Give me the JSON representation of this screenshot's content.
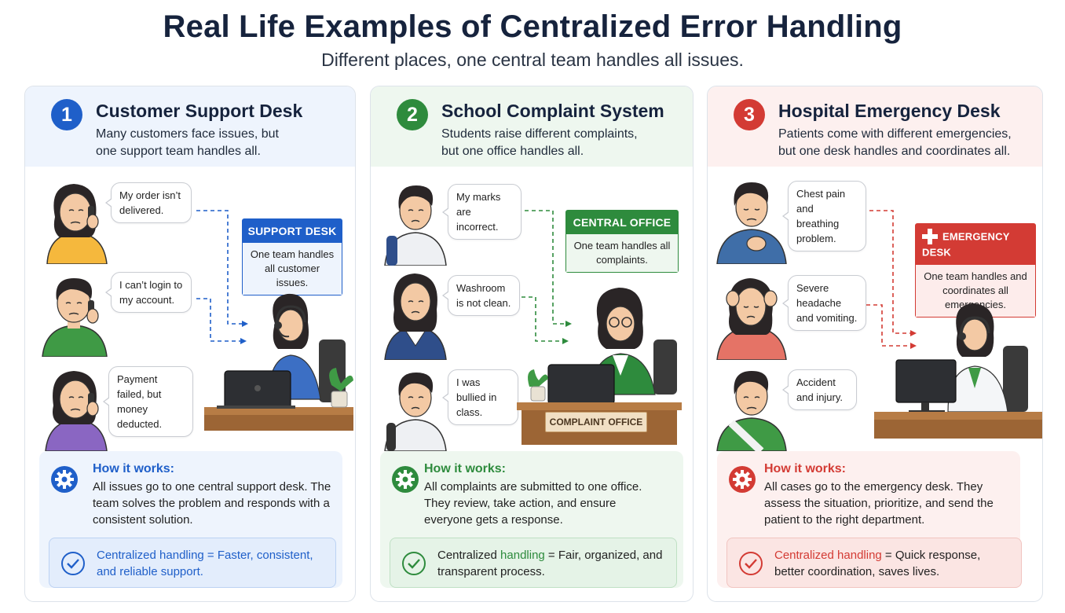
{
  "title": "Real Life Examples of Centralized Error Handling",
  "subtitle": "Different places, one central team handles all issues.",
  "colors": {
    "blue": "#1f5fc9",
    "green": "#2e8b3d",
    "red": "#d33b34"
  },
  "cards": [
    {
      "number": "1",
      "title": "Customer Support Desk",
      "description": "Many customers face issues, but one support team handles all.",
      "bubbles": [
        "My order isn’t delivered.",
        "I can’t login to my account.",
        "Payment failed, but money deducted."
      ],
      "desk_title": "SUPPORT DESK",
      "desk_text": "One team handles all customer issues.",
      "how_title": "How it works:",
      "how_text": "All issues go to one central support desk. The team solves the problem and responds with a consistent solution.",
      "result_highlight": "Centralized handling",
      "result_rest": " = Faster, consistent, and reliable support."
    },
    {
      "number": "2",
      "title": "School Complaint System",
      "description": "Students raise different complaints, but one office handles all.",
      "bubbles": [
        "My marks are incorrect.",
        "Washroom is not clean.",
        "I was bullied in class."
      ],
      "desk_title": "CENTRAL OFFICE",
      "desk_text": "One team handles all complaints.",
      "desk_sign": "COMPLAINT OFFICE",
      "how_title": "How it works:",
      "how_text": "All complaints are submitted to one office. They review, take action, and ensure everyone gets a response.",
      "result_plain": "Centralized ",
      "result_highlight": "handling",
      "result_rest": " = Fair, organized, and transparent process."
    },
    {
      "number": "3",
      "title": "Hospital Emergency Desk",
      "description": "Patients come with different emergencies, but one desk handles and coordinates all.",
      "bubbles": [
        "Chest pain and breathing problem.",
        "Severe headache and vomiting.",
        "Accident and injury."
      ],
      "desk_title": "EMERGENCY DESK",
      "desk_text": "One team handles and coordinates all emergencies.",
      "how_title": "How it works:",
      "how_text": "All cases go to the emergency desk. They assess the situation, prioritize, and send the patient to the right department.",
      "result_highlight": "Centralized handling",
      "result_rest": " = Quick response, better coordination, saves lives."
    }
  ]
}
